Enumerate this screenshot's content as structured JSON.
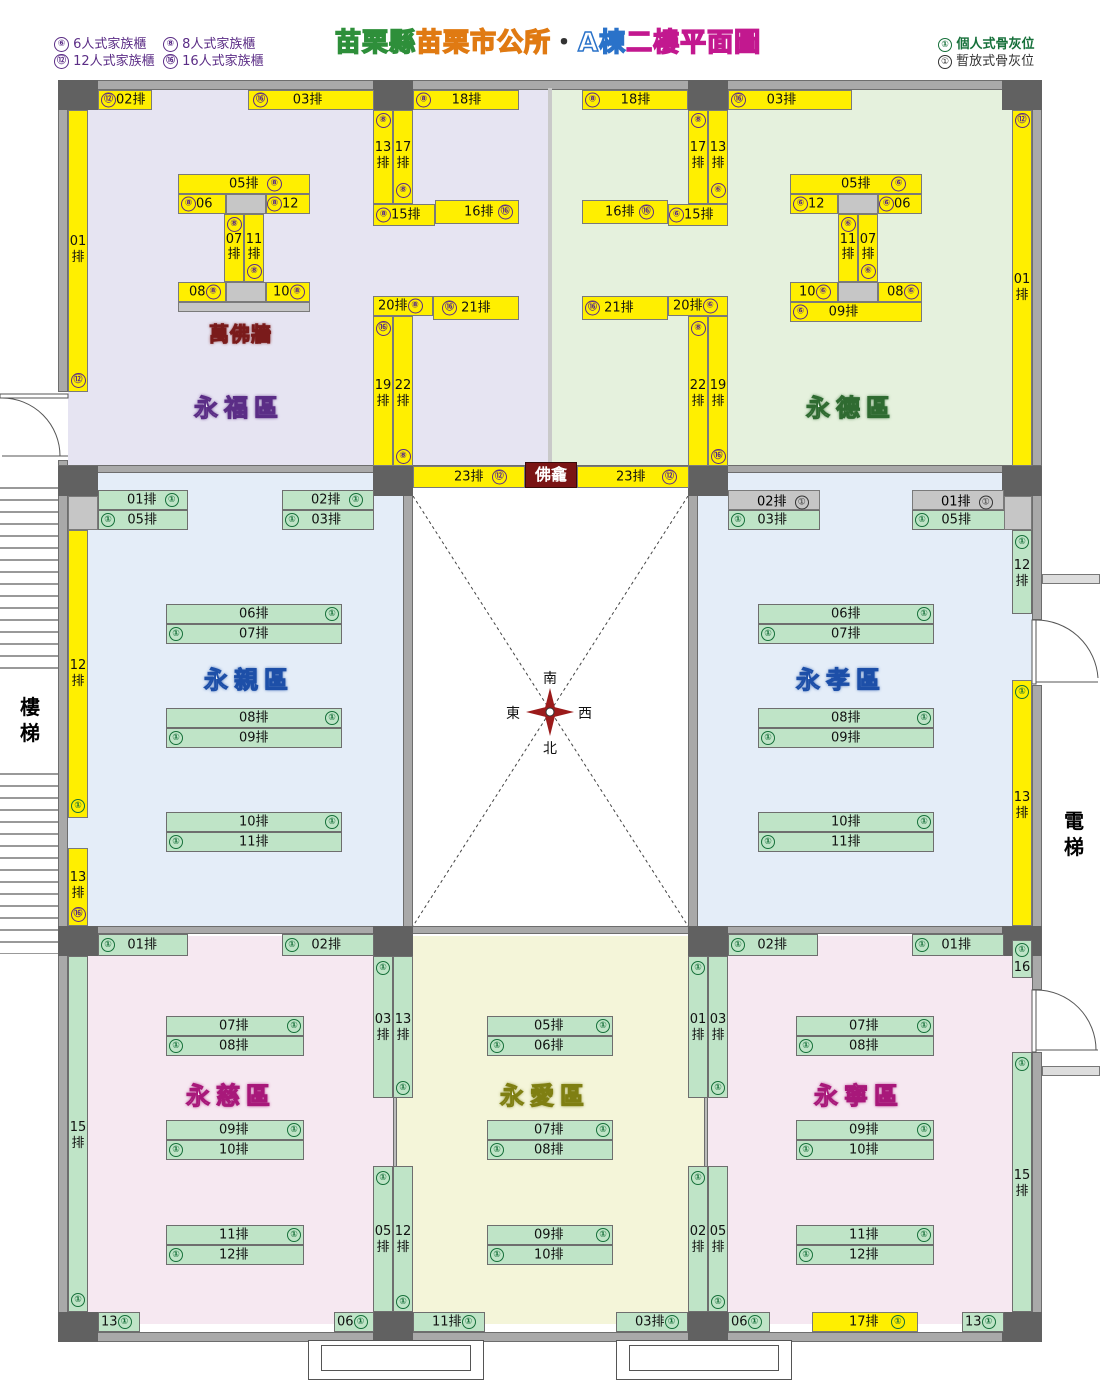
{
  "title": {
    "county": "苗栗縣",
    "office": "苗栗市公所",
    "dot": "・",
    "building": "A棟",
    "floor": "二樓平面圖"
  },
  "legend_left": [
    {
      "mark": "⑥",
      "text": "6人式家族櫃"
    },
    {
      "mark": "⑧",
      "text": "8人式家族櫃"
    },
    {
      "mark": "⑫",
      "text": "12人式家族櫃"
    },
    {
      "mark": "⑯",
      "text": "16人式家族櫃"
    }
  ],
  "legend_right": [
    {
      "mark": "①",
      "text": "個人式骨灰位"
    },
    {
      "mark": "①",
      "text": "暫放式骨灰位"
    }
  ],
  "zones": {
    "yongfu": "永福區",
    "yongde": "永德區",
    "yongqin": "永親區",
    "yongxiao": "永孝區",
    "yongci": "永慈區",
    "yongai": "永愛區",
    "yongning": "永寧區"
  },
  "labels": {
    "wanfo": "萬佛牆",
    "fokan": "佛龕",
    "stairs": "樓梯",
    "elevator": "電梯"
  },
  "compass": {
    "south": "南",
    "north": "北",
    "east": "東",
    "west": "西"
  },
  "marks": {
    "c1": "①",
    "c6": "⑥",
    "c8": "⑧",
    "c12": "⑫",
    "c16": "⑯"
  },
  "rows": {
    "r01": "01排",
    "r02": "02排",
    "r03": "03排",
    "r05": "05排",
    "r06": "06排",
    "r07": "07排",
    "r08": "08排",
    "r09": "09排",
    "r10": "10排",
    "r11": "11排",
    "r12": "12排",
    "r13": "13排",
    "r15": "15排",
    "r16": "16排",
    "r17": "17排",
    "r18": "18排",
    "r20": "20排",
    "r21": "21排",
    "r23": "23排",
    "n01": "01",
    "n02": "02",
    "n03": "03",
    "n05": "05",
    "n06": "06",
    "n07": "07",
    "n08": "08",
    "n10": "10",
    "n11": "11",
    "n12": "12",
    "n13": "13",
    "n15": "15",
    "n16": "16",
    "n17": "17",
    "n19": "19",
    "n22": "22",
    "pai": "排"
  }
}
